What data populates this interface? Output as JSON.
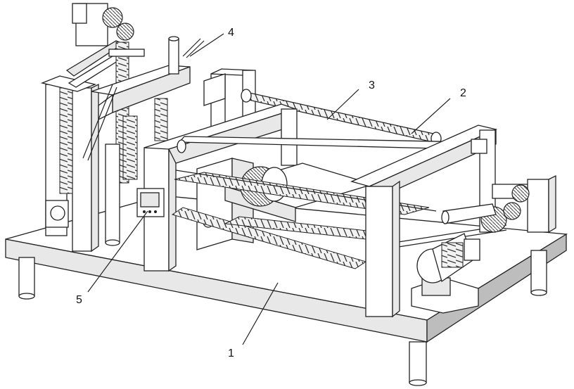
{
  "labels": [
    {
      "id": "1",
      "text": "1"
    },
    {
      "id": "2",
      "text": "2"
    },
    {
      "id": "3",
      "text": "3"
    },
    {
      "id": "4",
      "text": "4"
    },
    {
      "id": "5",
      "text": "5"
    }
  ]
}
